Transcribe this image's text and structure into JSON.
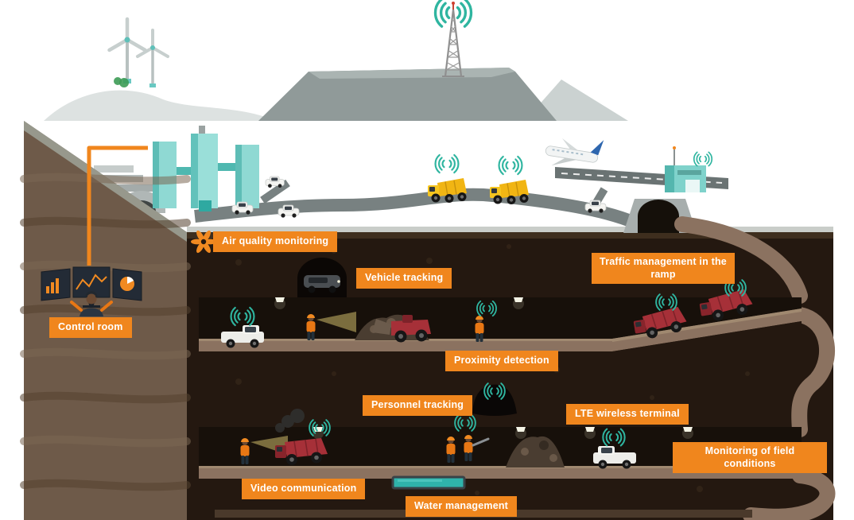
{
  "labels": [
    {
      "id": "air-quality-monitoring",
      "text": "Air quality monitoring"
    },
    {
      "id": "vehicle-tracking",
      "text": "Vehicle tracking"
    },
    {
      "id": "traffic-management-ramp",
      "text": "Traffic management in the ramp"
    },
    {
      "id": "control-room",
      "text": "Control room"
    },
    {
      "id": "proximity-detection",
      "text": "Proximity detection"
    },
    {
      "id": "personnel-tracking",
      "text": "Personnel tracking"
    },
    {
      "id": "lte-wireless-terminal",
      "text": "LTE wireless terminal"
    },
    {
      "id": "video-communication",
      "text": "Video communication"
    },
    {
      "id": "water-management",
      "text": "Water management"
    },
    {
      "id": "monitoring-field-conditions",
      "text": "Monitoring of field conditions"
    }
  ],
  "colors": {
    "accent_orange": "#F0861D",
    "signal_teal": "#2FB5A0",
    "building_teal": "#8FD9D3",
    "machine_red": "#A63038",
    "truck_yellow": "#F1B513",
    "rock_dark": "#241810",
    "soil_brown": "#6E5A49",
    "tunnel_floor": "#8B7260",
    "water_teal": "#2FB3AB"
  }
}
